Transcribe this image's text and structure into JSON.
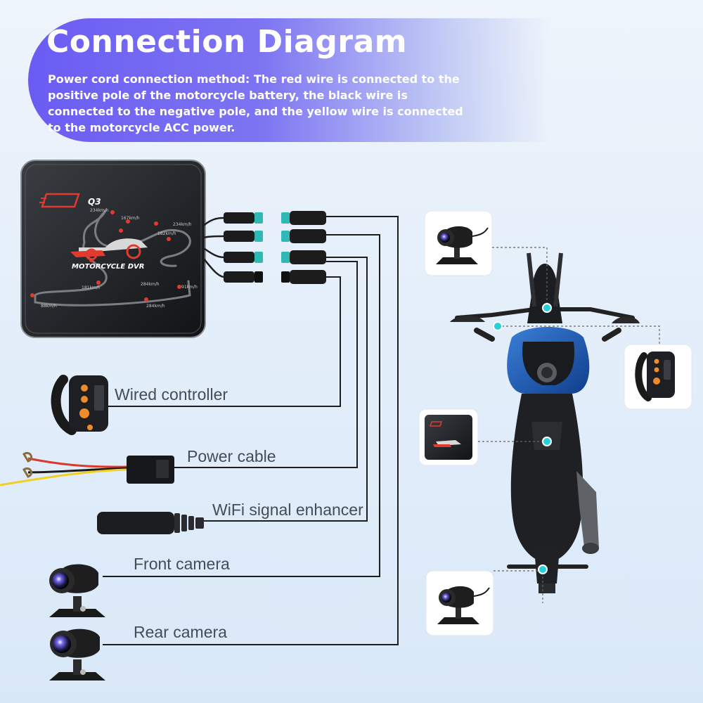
{
  "header": {
    "title": "Connection Diagram",
    "description": "Power cord connection method: The red wire is connected to the positive pole of the motorcycle battery, the black wire is connected to the negative pole, and the yellow wire is connected to the motorcycle ACC power."
  },
  "device": {
    "model": "Q3",
    "brand": "MOTORCYCLE DVR",
    "speed_labels": [
      "234km/h",
      "167km/h",
      "234km/h",
      "182km/h",
      "181km/h",
      "284km/h",
      "91km/h",
      "88km/h",
      "284km/h"
    ]
  },
  "components": {
    "wired_controller": "Wired controller",
    "power_cable": "Power cable",
    "wifi_enhancer": "WiFi signal enhancer",
    "front_camera": "Front camera",
    "rear_camera": "Rear camera"
  },
  "colors": {
    "accent": "#6a5cf3",
    "connector_teal": "#2fb8b4",
    "callout_dot": "#2ad0d8",
    "wire_red": "#d93a2b",
    "wire_yellow": "#f0d020"
  }
}
